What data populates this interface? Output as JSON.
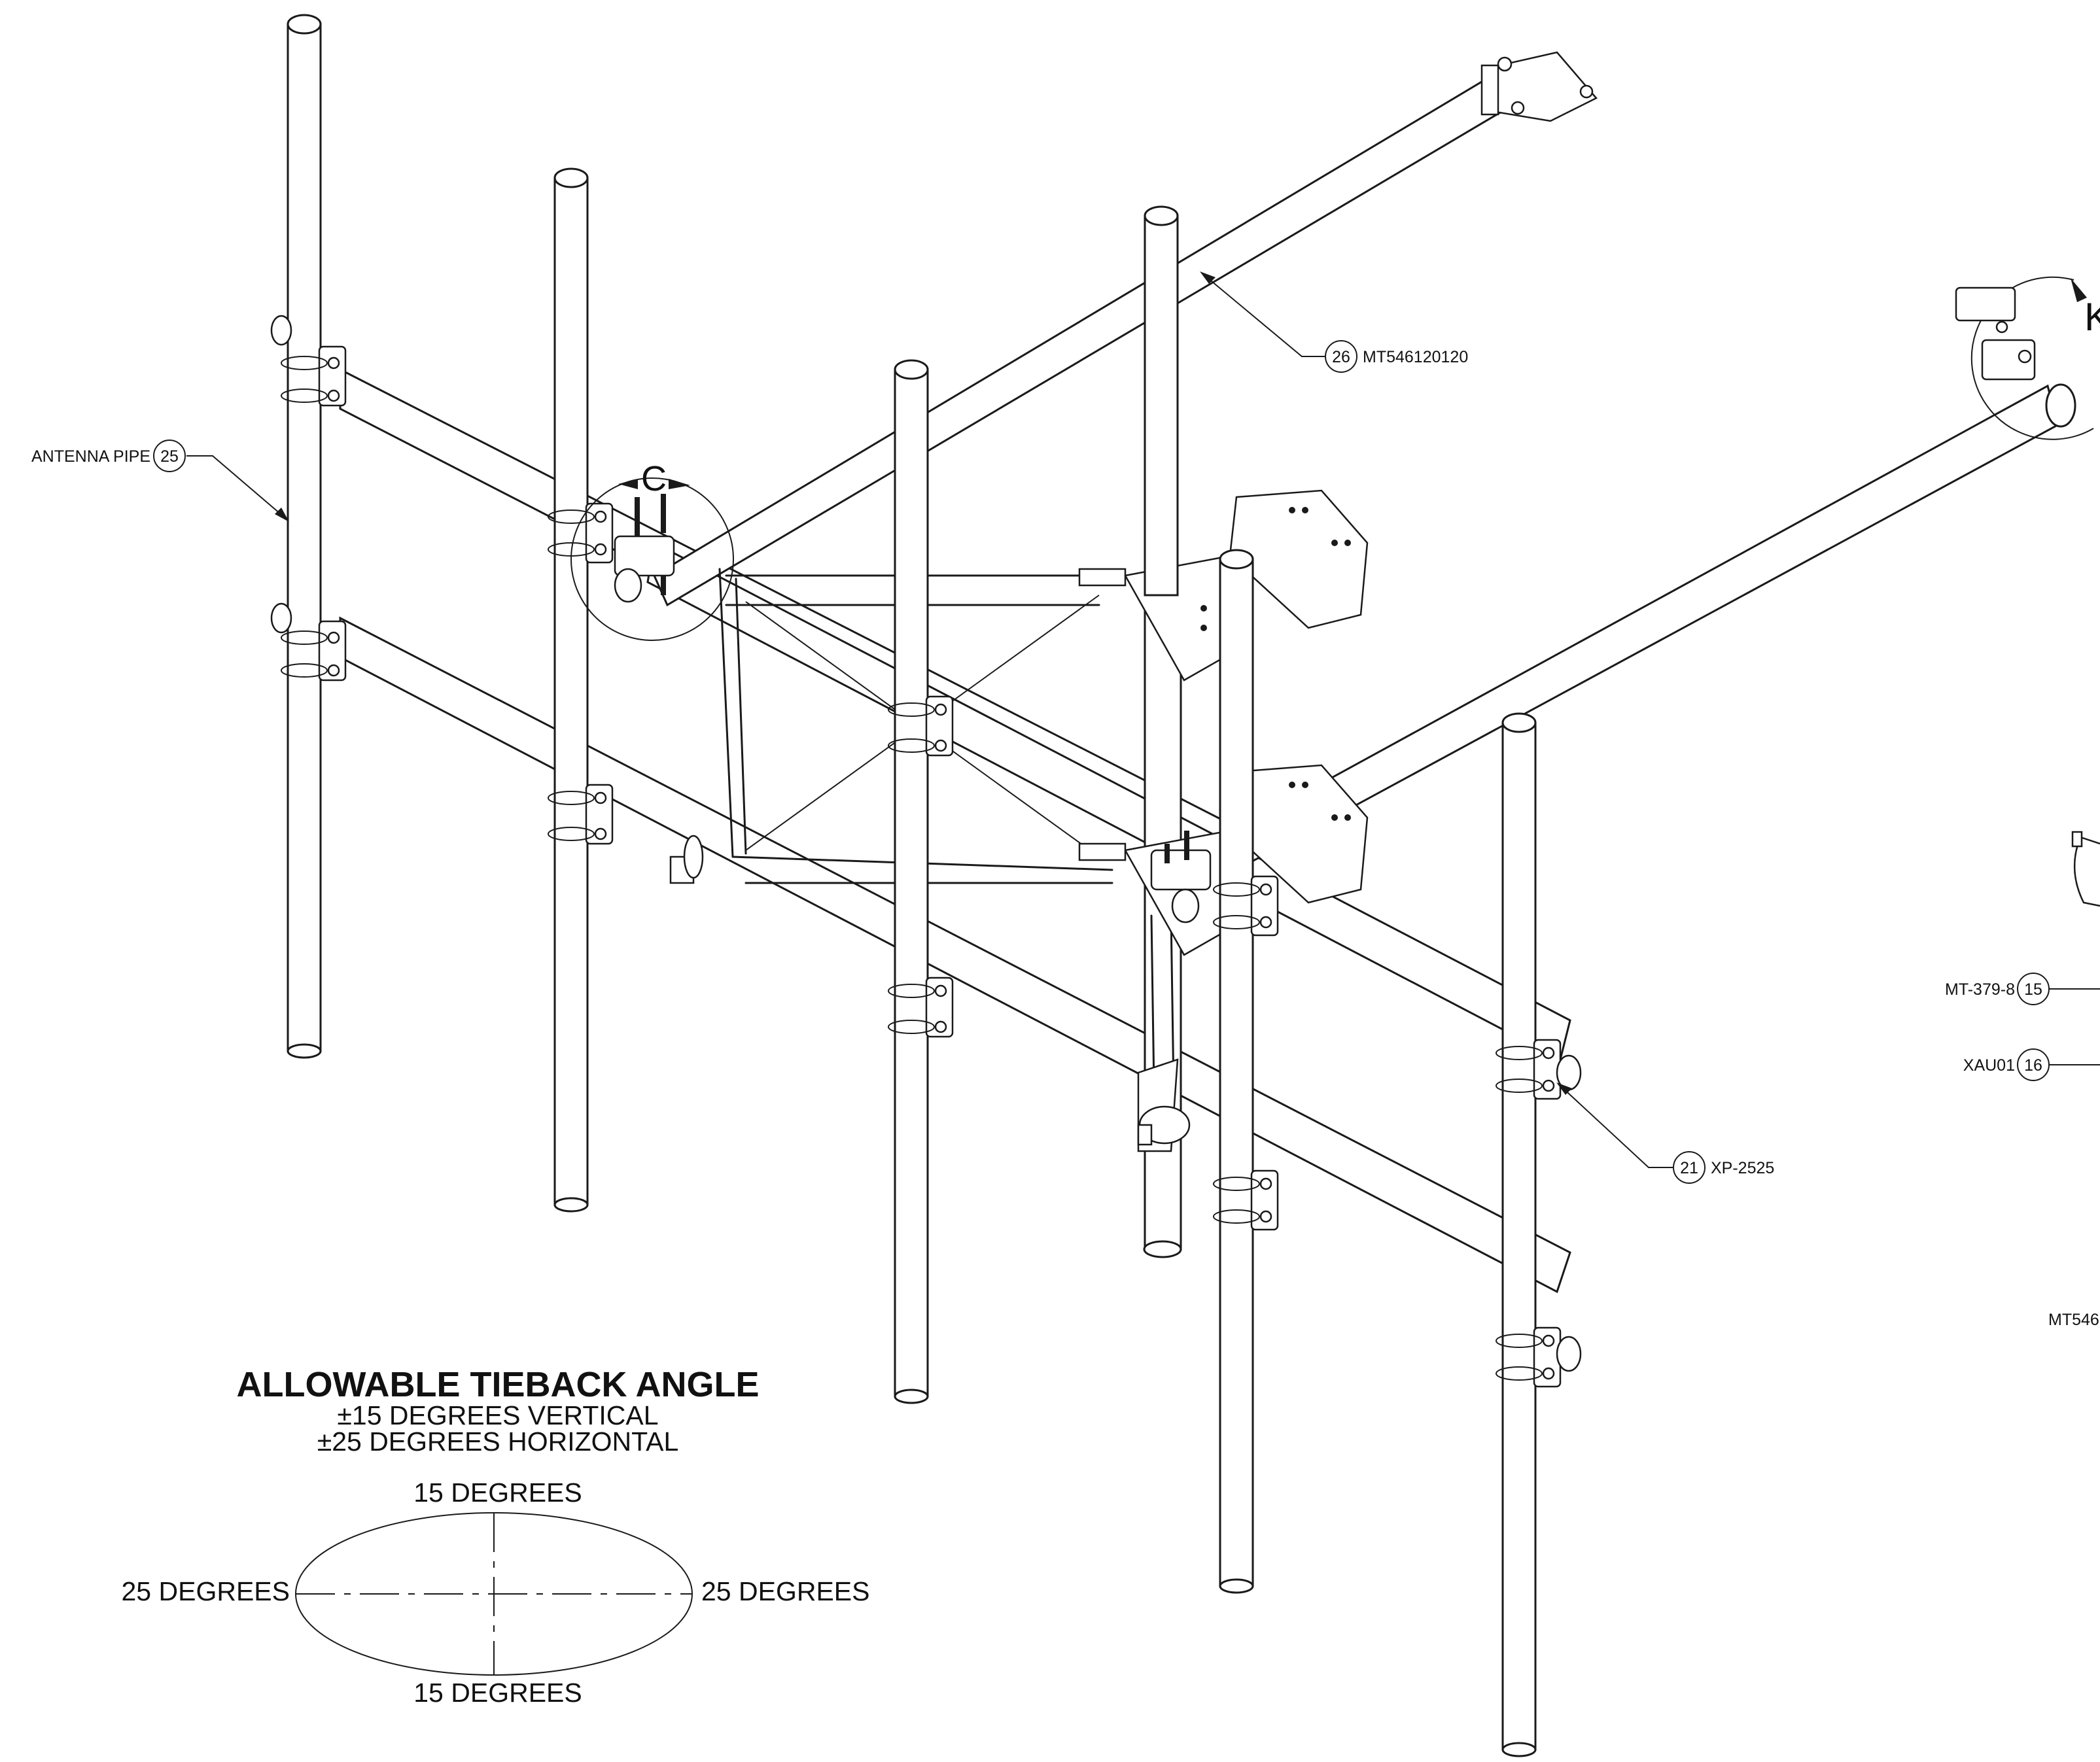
{
  "detail_markers": {
    "c_label": "C",
    "k_label_partial": "K"
  },
  "callouts": [
    {
      "id": "antenna-pipe",
      "bubble": "25",
      "text": "ANTENNA PIPE"
    },
    {
      "id": "mt546120120",
      "bubble": "26",
      "text": "MT546120120"
    },
    {
      "id": "xp-2525",
      "bubble": "21",
      "text": "XP-2525"
    },
    {
      "id": "mt-379-8",
      "bubble": "15",
      "text": "MT-379-8"
    },
    {
      "id": "xau01",
      "bubble": "16",
      "text": "XAU01"
    },
    {
      "id": "mt546-partial",
      "bubble": "",
      "text": "MT546"
    }
  ],
  "tieback": {
    "title": "ALLOWABLE TIEBACK ANGLE",
    "vertical": "±15 DEGREES VERTICAL",
    "horizontal": "±25 DEGREES HORIZONTAL",
    "top": "15 DEGREES",
    "bottom": "15 DEGREES",
    "left": "25 DEGREES",
    "right": "25 DEGREES"
  }
}
